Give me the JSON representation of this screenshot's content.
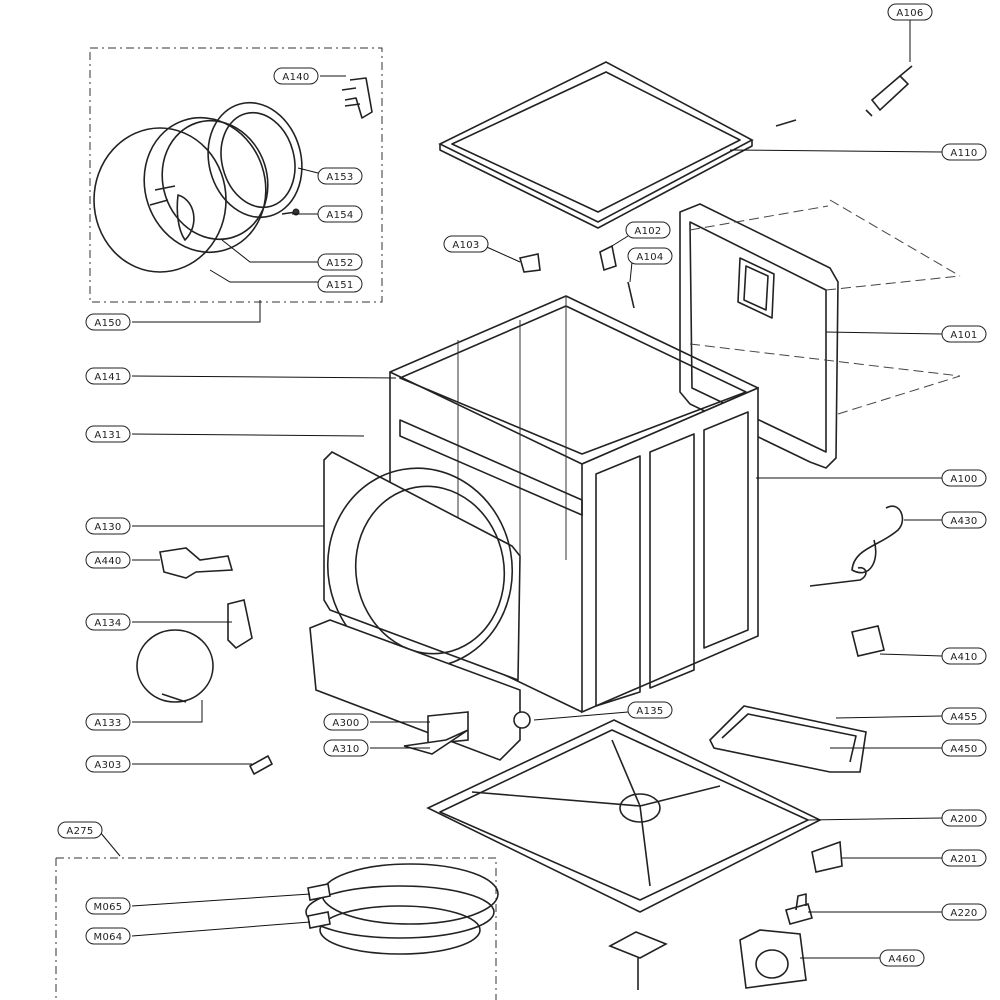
{
  "diagram": {
    "labels": [
      {
        "id": "A106"
      },
      {
        "id": "A140"
      },
      {
        "id": "A110"
      },
      {
        "id": "A153"
      },
      {
        "id": "A154"
      },
      {
        "id": "A102"
      },
      {
        "id": "A103"
      },
      {
        "id": "A104"
      },
      {
        "id": "A152"
      },
      {
        "id": "A151"
      },
      {
        "id": "A101"
      },
      {
        "id": "A150"
      },
      {
        "id": "A141"
      },
      {
        "id": "A131"
      },
      {
        "id": "A100"
      },
      {
        "id": "A130"
      },
      {
        "id": "A430"
      },
      {
        "id": "A440"
      },
      {
        "id": "A134"
      },
      {
        "id": "A410"
      },
      {
        "id": "A133"
      },
      {
        "id": "A135"
      },
      {
        "id": "A455"
      },
      {
        "id": "A300"
      },
      {
        "id": "A450"
      },
      {
        "id": "A310"
      },
      {
        "id": "A303"
      },
      {
        "id": "A200"
      },
      {
        "id": "A275"
      },
      {
        "id": "A201"
      },
      {
        "id": "M065"
      },
      {
        "id": "A220"
      },
      {
        "id": "M064"
      },
      {
        "id": "A460"
      }
    ]
  }
}
